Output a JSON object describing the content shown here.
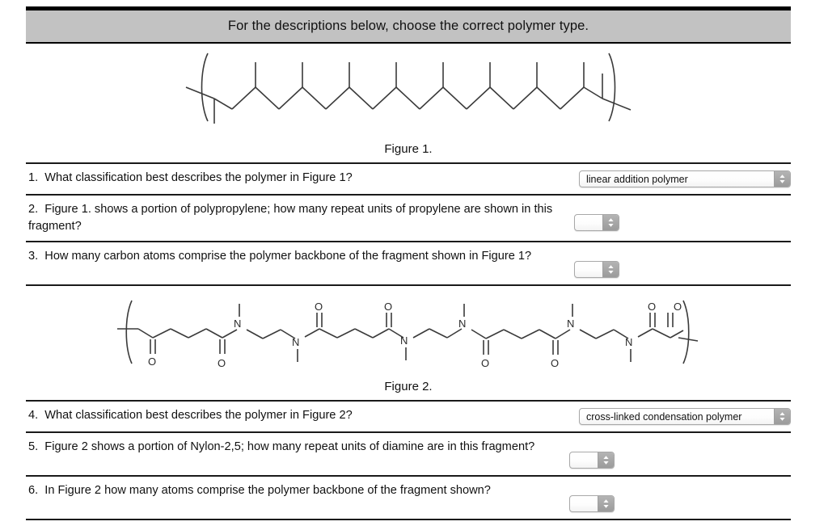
{
  "header": {
    "title": "For the descriptions below, choose the correct polymer type.",
    "bar_color": "#c2c2c2",
    "rule_color": "#000000"
  },
  "figures": [
    {
      "id": "figure-1",
      "caption": "Figure 1.",
      "molecule": "polypropylene",
      "description": "Zigzag carbon backbone with nine pendant methyl groups, enclosed in polymer repeat-unit brackets",
      "repeat_units_drawn": 9,
      "bracket_style": "curved-parenthesis"
    },
    {
      "id": "figure-2",
      "caption": "Figure 2.",
      "molecule": "Nylon-2,5",
      "description": "Condensation polyamide chain alternating glutaryl diacid segments and N,N'-dimethyl ethylenediamine segments, enclosed in polymer repeat-unit brackets",
      "atom_labels": [
        "O",
        "N"
      ],
      "bracket_style": "curved-parenthesis"
    }
  ],
  "questions": [
    {
      "number": "1.",
      "text": "What classification best describes the polymer in Figure 1?",
      "control": {
        "type": "select",
        "size": "wide",
        "value": "linear addition polymer",
        "name": "q1-polymer-type-select"
      }
    },
    {
      "number": "2.",
      "text": "Figure 1. shows a portion of polypropylene; how many repeat units of propylene are shown in this fragment?",
      "control": {
        "type": "select",
        "size": "narrow",
        "value": "",
        "name": "q2-repeat-units-select"
      }
    },
    {
      "number": "3.",
      "text": "How many carbon atoms comprise the polymer backbone of the fragment shown in Figure 1?",
      "control": {
        "type": "select",
        "size": "narrow",
        "value": "",
        "name": "q3-backbone-carbons-select"
      }
    },
    {
      "number": "4.",
      "text": "What classification best describes the polymer in Figure 2?",
      "control": {
        "type": "select",
        "size": "wide",
        "value": "cross-linked condensation polymer",
        "name": "q4-polymer-type-select"
      }
    },
    {
      "number": "5.",
      "text": "Figure 2 shows a portion of Nylon-2,5; how many repeat units of diamine are in this fragment?",
      "control": {
        "type": "select",
        "size": "narrow",
        "value": "",
        "name": "q5-diamine-units-select"
      }
    },
    {
      "number": "6.",
      "text": "In Figure 2 how many atoms comprise the polymer backbone of the fragment shown?",
      "control": {
        "type": "select",
        "size": "narrow",
        "value": "",
        "name": "q6-backbone-atoms-select"
      }
    }
  ],
  "icons": {
    "stepper": "up-down-chevron-icon"
  }
}
